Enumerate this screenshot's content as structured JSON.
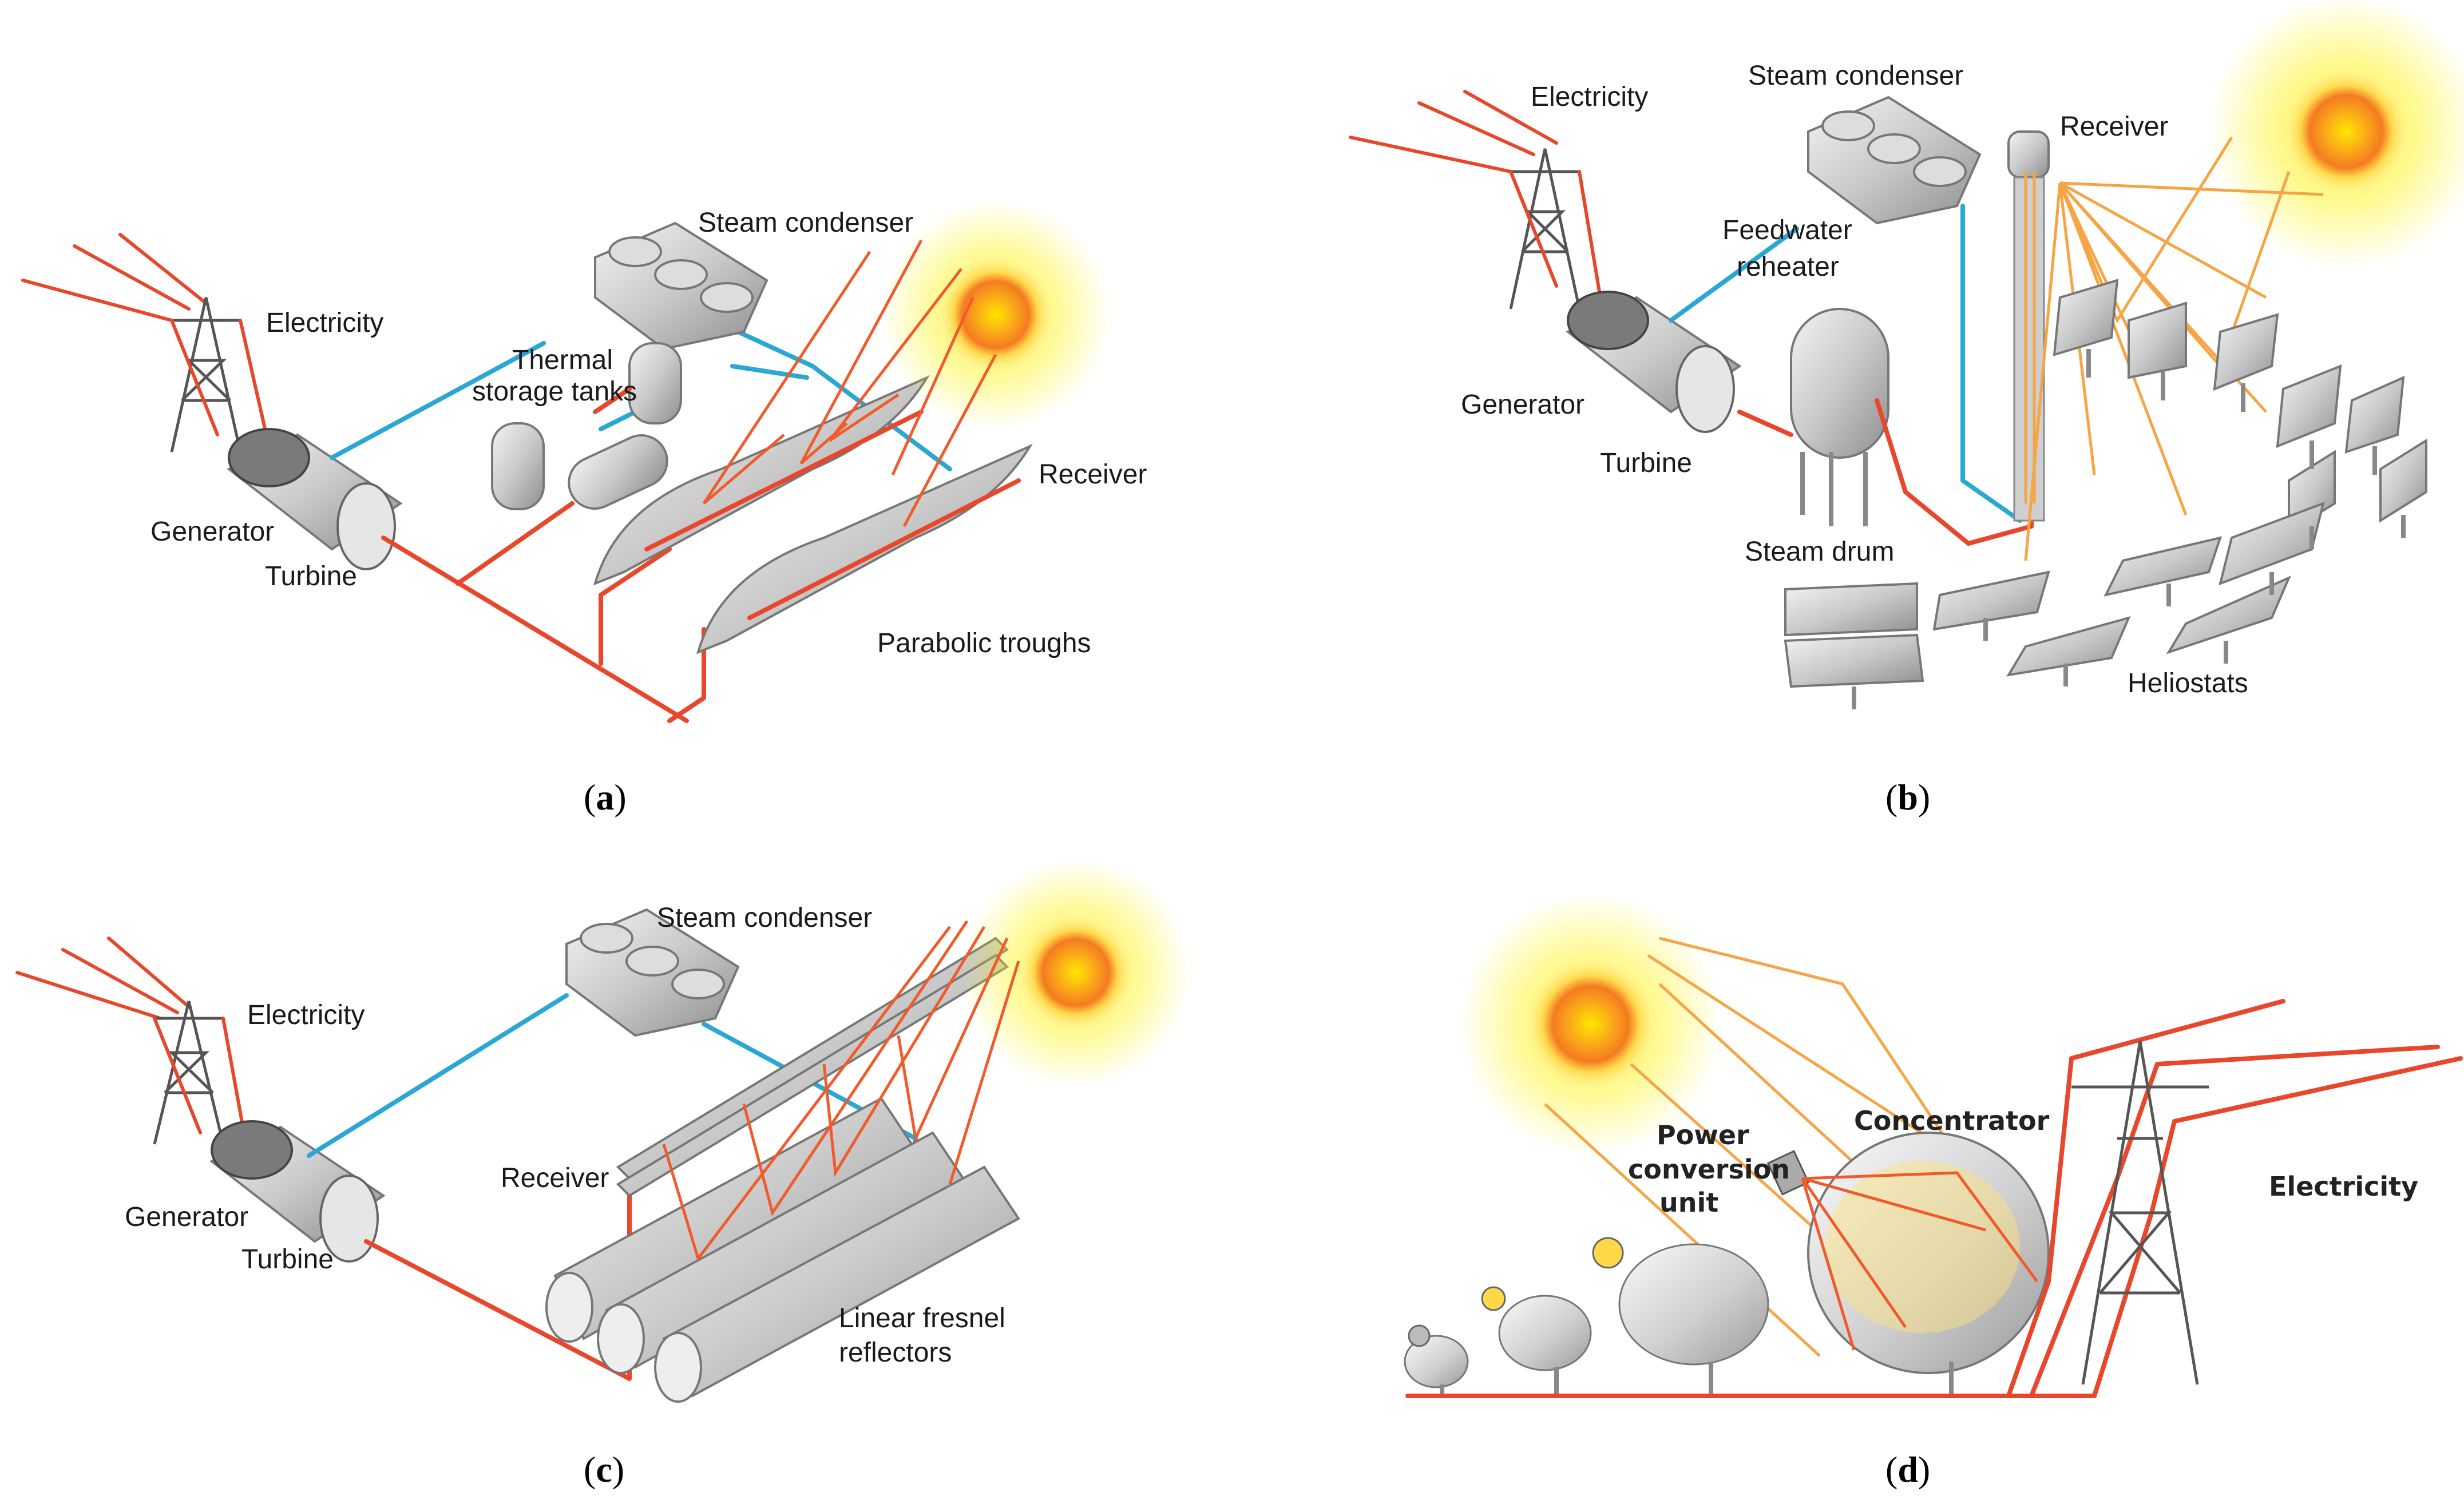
{
  "panels": {
    "a": {
      "caption": "a",
      "labels": {
        "steam_condenser": "Steam condenser",
        "electricity": "Electricity",
        "thermal_storage_line1": "Thermal",
        "thermal_storage_line2": "storage tanks",
        "receiver": "Receiver",
        "generator": "Generator",
        "turbine": "Turbine",
        "parabolic_troughs": "Parabolic troughs"
      }
    },
    "b": {
      "caption": "b",
      "labels": {
        "electricity": "Electricity",
        "steam_condenser": "Steam condenser",
        "receiver": "Receiver",
        "feedwater_line1": "Feedwater",
        "feedwater_line2": "reheater",
        "generator": "Generator",
        "turbine": "Turbine",
        "steam_drum": "Steam drum",
        "heliostats": "Heliostats"
      }
    },
    "c": {
      "caption": "c",
      "labels": {
        "steam_condenser": "Steam condenser",
        "electricity": "Electricity",
        "receiver": "Receiver",
        "generator": "Generator",
        "turbine": "Turbine",
        "fresnel_line1": "Linear fresnel",
        "fresnel_line2": "reflectors"
      }
    },
    "d": {
      "caption": "d",
      "labels": {
        "power_line1": "Power",
        "power_line2": "conversion",
        "power_line3": "unit",
        "concentrator": "Concentrator",
        "electricity": "Electricity"
      }
    }
  },
  "colors": {
    "hot_line": "#e8472b",
    "cold_line": "#2aa7d4",
    "sun_core": "#f9a21b",
    "sun_glow": "#fff27a",
    "ray_orange": "#f7a444"
  }
}
